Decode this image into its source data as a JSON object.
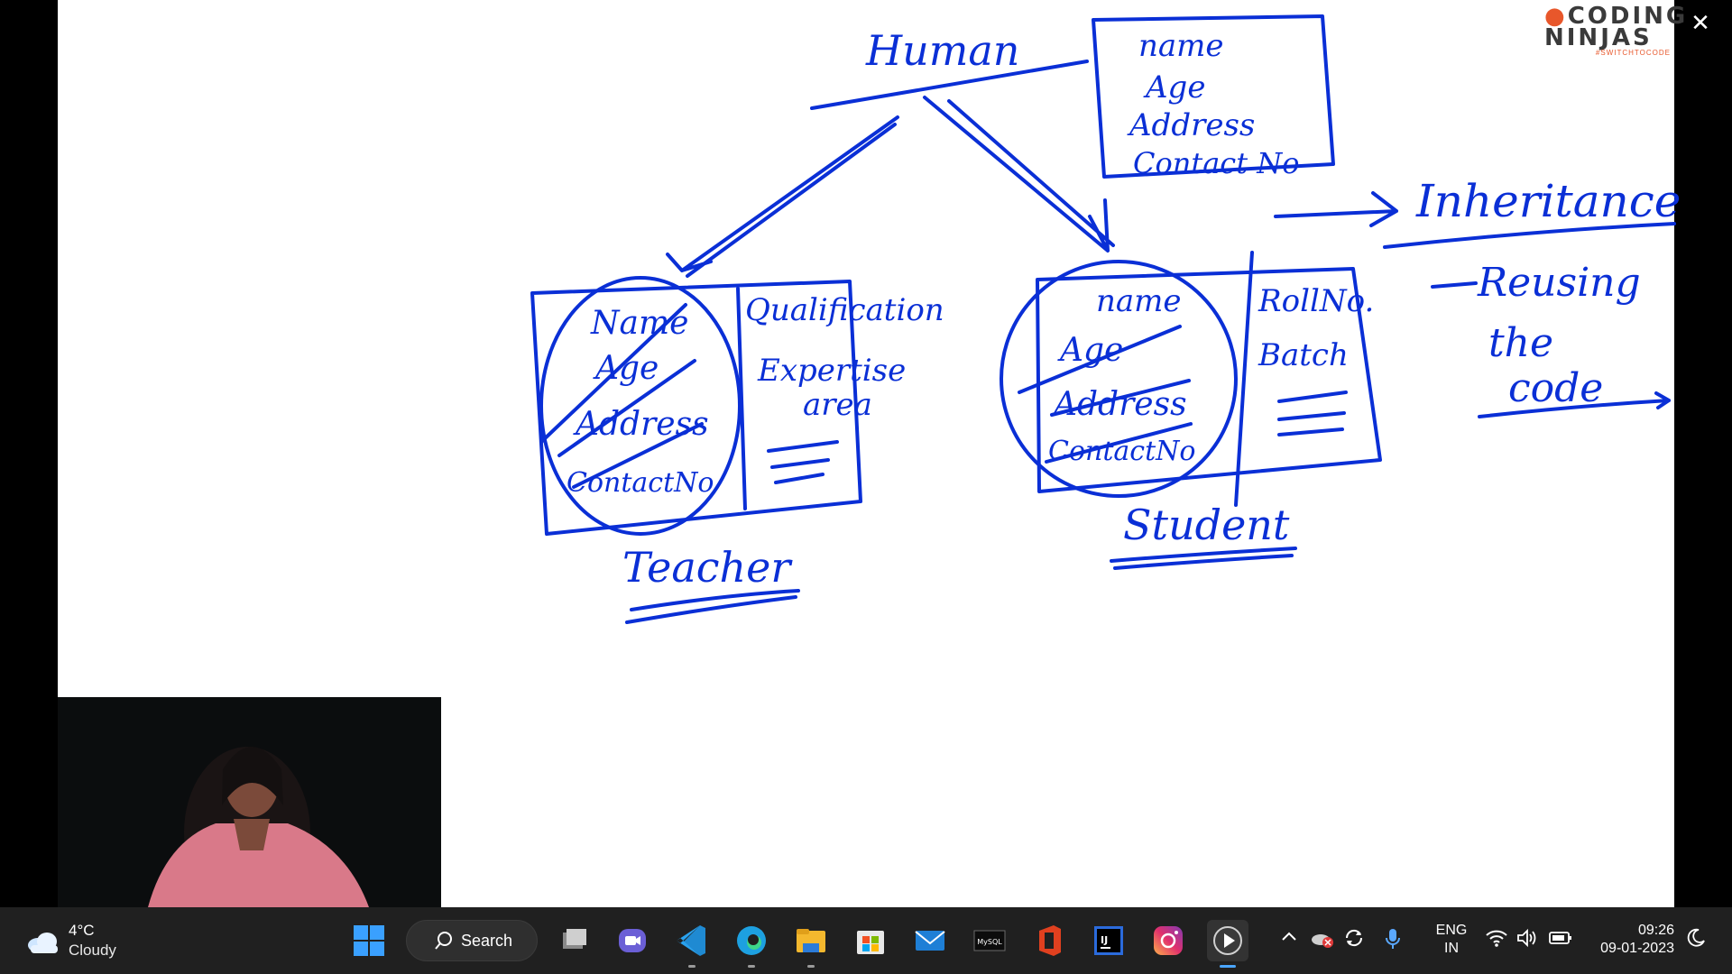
{
  "whiteboard": {
    "top_label": "Human",
    "base_fields": [
      "name",
      "Age",
      "Address",
      "Contact No"
    ],
    "teacher": {
      "fields": [
        "Name",
        "Age",
        "Address",
        "ContactNo"
      ],
      "extra": [
        "Qualification",
        "Expertise",
        "area"
      ],
      "label": "Teacher"
    },
    "student": {
      "fields": [
        "name",
        "Age",
        "Address",
        "ContactNo"
      ],
      "extra": [
        "RollNo.",
        "Batch"
      ],
      "label": "Student"
    },
    "concept": "Inheritance",
    "concept_note": [
      "Reusing",
      "the",
      "code"
    ]
  },
  "logo": {
    "line1": "CODING",
    "line2": "NINJAS",
    "sub": "#SWITCHTOCODE"
  },
  "taskbar": {
    "weather": {
      "temp": "4°C",
      "condition": "Cloudy",
      "icon": "cloud-icon"
    },
    "search_label": "Search",
    "apps": [
      {
        "name": "windows-start-icon"
      },
      {
        "name": "task-view-icon"
      },
      {
        "name": "meet-chat-icon"
      },
      {
        "name": "vscode-icon"
      },
      {
        "name": "edge-browser-icon"
      },
      {
        "name": "file-explorer-icon"
      },
      {
        "name": "microsoft-store-icon"
      },
      {
        "name": "mail-icon"
      },
      {
        "name": "mysql-icon",
        "label": "MySQL"
      },
      {
        "name": "office-icon"
      },
      {
        "name": "intellij-icon",
        "label": "IJ"
      },
      {
        "name": "instagram-icon"
      },
      {
        "name": "media-player-icon"
      }
    ],
    "language": {
      "line1": "ENG",
      "line2": "IN"
    },
    "clock": {
      "time": "09:26",
      "date": "09-01-2023"
    }
  }
}
